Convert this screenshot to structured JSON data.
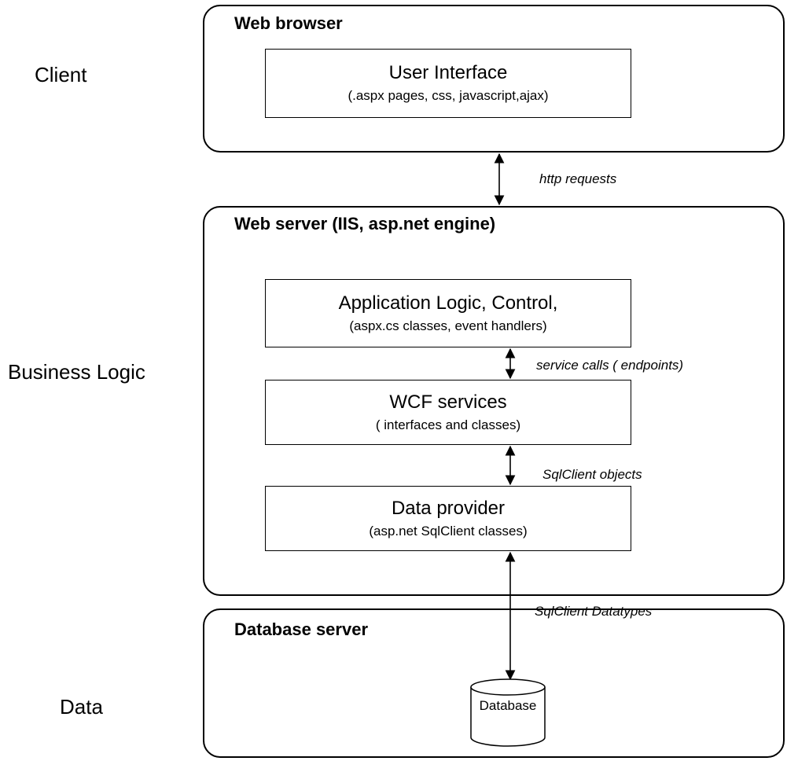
{
  "tiers": {
    "client": "Client",
    "business": "Business Logic",
    "data": "Data"
  },
  "containers": {
    "browser": "Web browser",
    "webserver": "Web  server (IIS, asp.net engine)",
    "dbserver": "Database server"
  },
  "boxes": {
    "ui": {
      "title": "User Interface",
      "subtitle": "(.aspx pages, css, javascript,ajax)"
    },
    "app": {
      "title": "Application Logic, Control,",
      "subtitle": "(aspx.cs classes, event handlers)"
    },
    "wcf": {
      "title": "WCF services",
      "subtitle": "( interfaces and classes)"
    },
    "provider": {
      "title": "Data provider",
      "subtitle": "(asp.net SqlClient classes)"
    }
  },
  "connections": {
    "http": "http requests",
    "service": "service calls ( endpoints)",
    "sqlobjects": "SqlClient objects",
    "sqltypes": "SqlClient Datatypes"
  },
  "database": {
    "label": "Database"
  }
}
